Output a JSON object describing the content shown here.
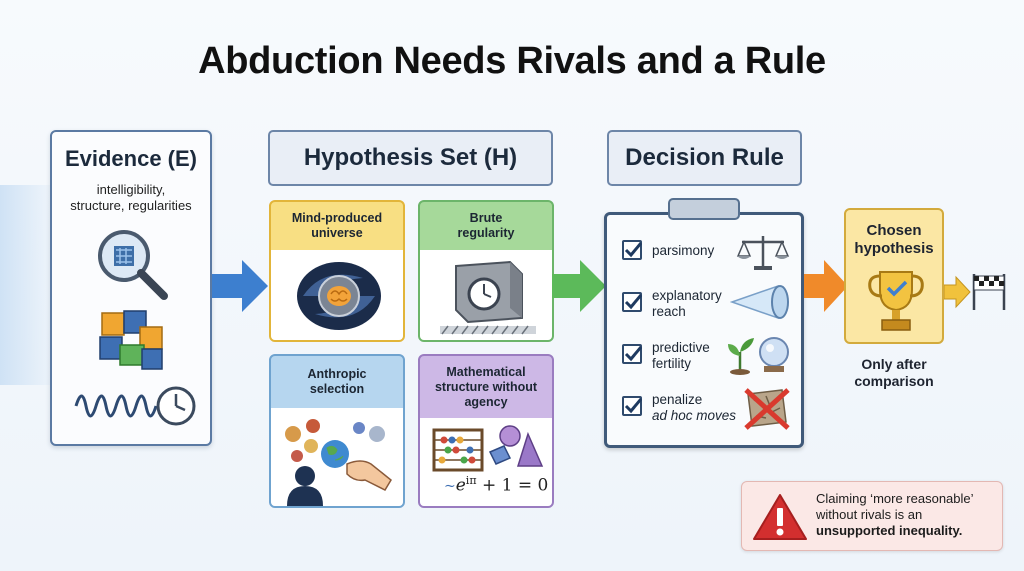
{
  "title": "Abduction Needs Rivals and a Rule",
  "evidence": {
    "heading": "Evidence (E)",
    "subtitle_line1": "intelligibility,",
    "subtitle_line2": "structure, regularities",
    "icons": [
      "magnifier-circuit-icon",
      "interlocking-cubes-icon",
      "wave-clock-icon"
    ]
  },
  "hypothesis_set": {
    "heading": "Hypothesis Set (H)",
    "cards": [
      {
        "label_line1": "Mind-produced",
        "label_line2": "universe",
        "icon": "galaxy-brain-icon"
      },
      {
        "label_line1": "Brute",
        "label_line2": "regularity",
        "icon": "stone-block-clock-icon"
      },
      {
        "label_line1": "Anthropic",
        "label_line2": "selection",
        "icon": "planets-hand-icon"
      },
      {
        "label_line1": "Mathematical",
        "label_line2": "structure without",
        "label_line3": "agency",
        "icon": "abacus-shapes-icon",
        "formula_base": "e",
        "formula_exp": "iπ",
        "formula_rest": " + 1 = 0"
      }
    ]
  },
  "decision_rule": {
    "heading": "Decision Rule",
    "criteria": [
      {
        "line1": "parsimony",
        "line2": "",
        "icon": "scales-icon"
      },
      {
        "line1": "explanatory",
        "line2": "reach",
        "icon": "spotlight-cone-icon"
      },
      {
        "line1": "predictive",
        "line2": "fertility",
        "icon": "sprout-crystal-ball-icon"
      },
      {
        "line1": "penalize",
        "line2": "ad hoc moves",
        "icon": "crossed-patch-icon"
      }
    ]
  },
  "chosen": {
    "heading_line1": "Chosen",
    "heading_line2": "hypothesis",
    "caption_line1": "Only after",
    "caption_line2": "comparison",
    "icon": "trophy-icon",
    "finish_icon": "checkered-flag-icon"
  },
  "warning": {
    "line1": "Claiming ‘more reasonable’",
    "line2": "without rivals is an",
    "line3_bold": "unsupported inequality.",
    "icon": "warning-triangle-icon"
  },
  "colors": {
    "arrow_blue": "#3d7fcf",
    "arrow_green": "#5cba5a",
    "arrow_orange": "#f08a2a",
    "arrow_gold": "#f1c23c",
    "warning_red": "#d32f2f"
  }
}
